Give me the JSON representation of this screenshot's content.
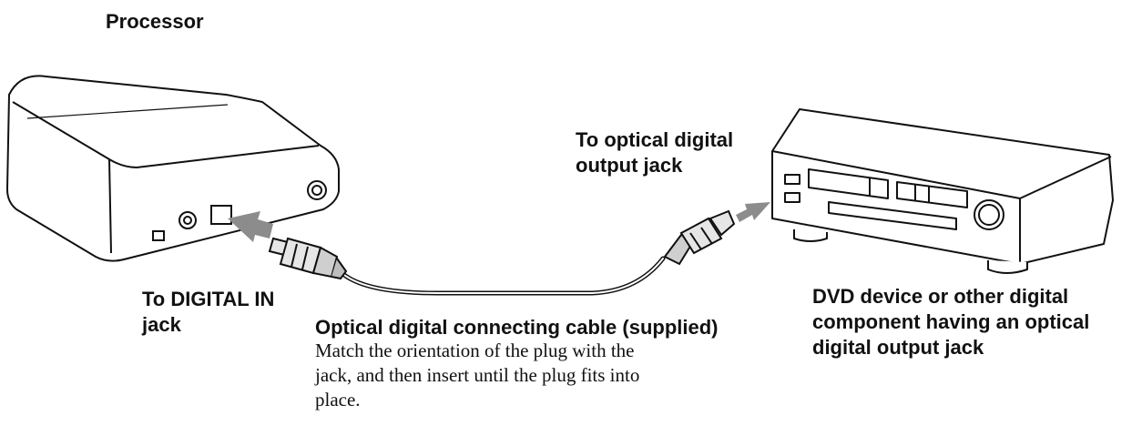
{
  "labels": {
    "processor": "Processor",
    "to_optical": [
      "To optical digital",
      "output jack"
    ],
    "to_digital_in": [
      "To DIGITAL IN",
      "jack"
    ],
    "dvd": [
      "DVD device or other digital",
      "component having an optical",
      "digital output jack"
    ],
    "cable_title": "Optical digital connecting cable (supplied)",
    "cable_note": [
      "Match the orientation of the plug with the",
      "jack, and then insert until the plug fits into",
      "place."
    ]
  },
  "colors": {
    "ink": "#111111",
    "arrow": "#8c8c8c",
    "plug_fill": "#e6e6e6"
  }
}
